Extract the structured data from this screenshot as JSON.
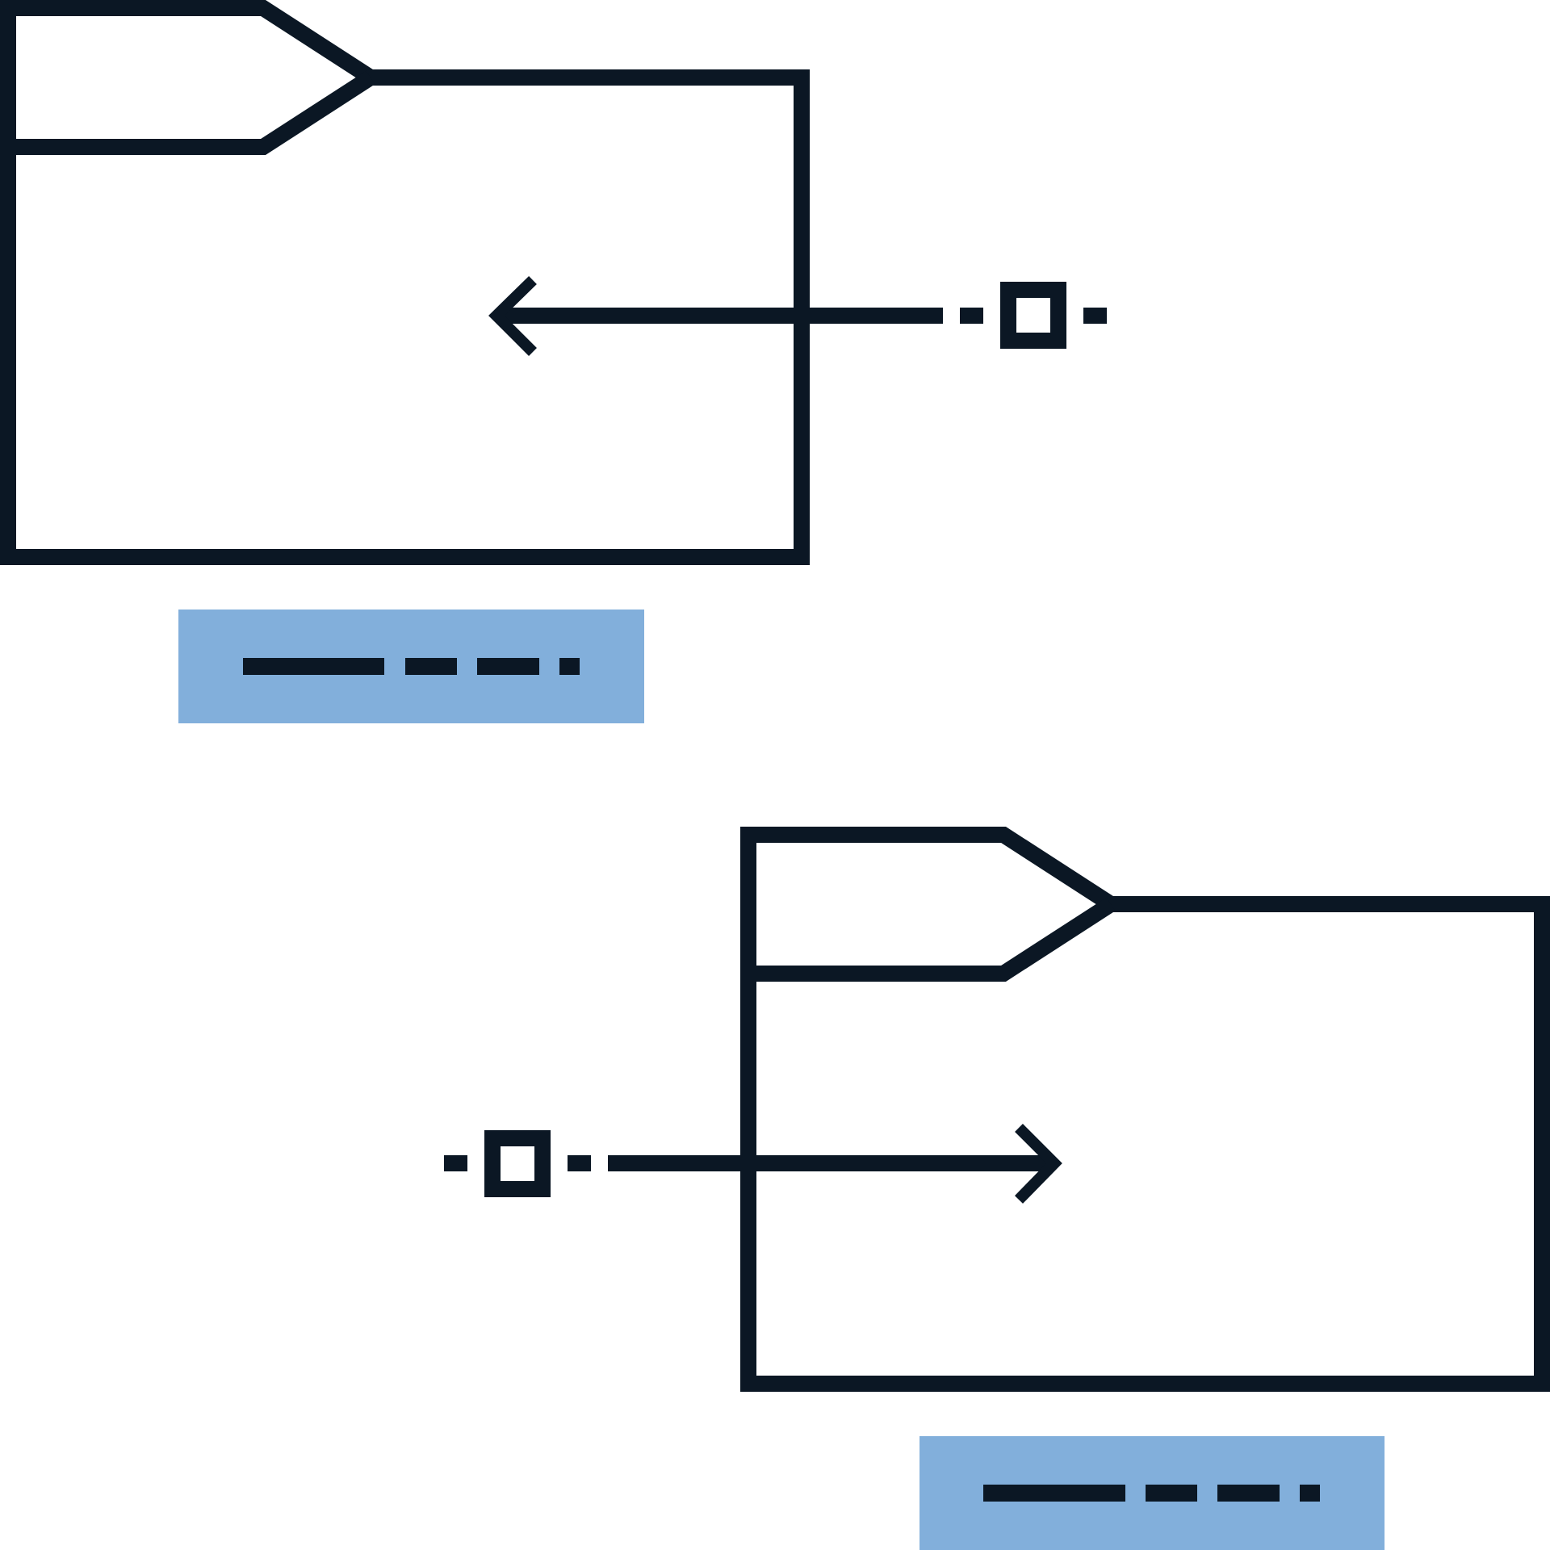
{
  "colors": {
    "ink": "#0b1724",
    "label": "#82afdb",
    "background": "#ffffff"
  },
  "illustration": {
    "subject": "folder-transfer-icon",
    "folders": [
      {
        "name": "source-folder",
        "icon": "folder-icon",
        "arrow": "arrow-left-icon",
        "file": "file-square-icon",
        "label": {
          "icon": "placeholder-text-bar"
        }
      },
      {
        "name": "destination-folder",
        "icon": "folder-icon",
        "arrow": "arrow-right-icon",
        "file": "file-square-icon",
        "label": {
          "icon": "placeholder-text-bar"
        }
      }
    ]
  }
}
